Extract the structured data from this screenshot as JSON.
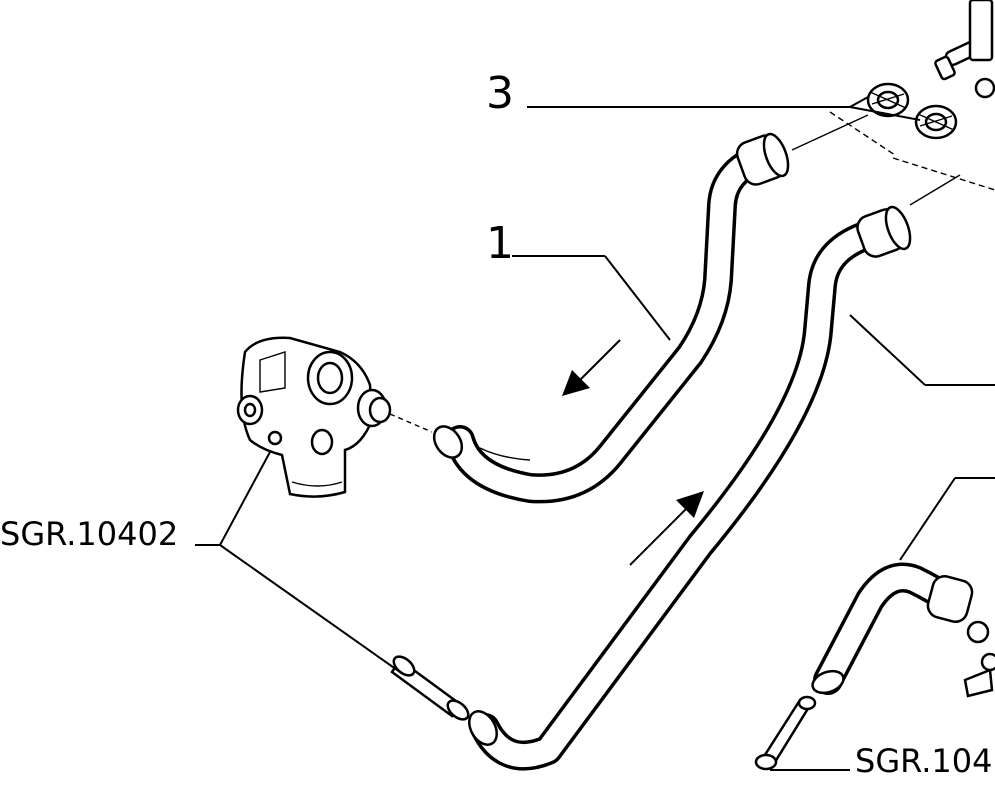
{
  "labels": {
    "callout_3": "3",
    "callout_1": "1",
    "ref_left": "SGR.10402",
    "ref_bottom": "SGR.104"
  },
  "colors": {
    "ink": "#000000",
    "paper": "#ffffff"
  },
  "icons": [
    "flow-arrow-icon",
    "hose-clamp-icon",
    "bolt-icon",
    "thermostat-housing-icon"
  ]
}
